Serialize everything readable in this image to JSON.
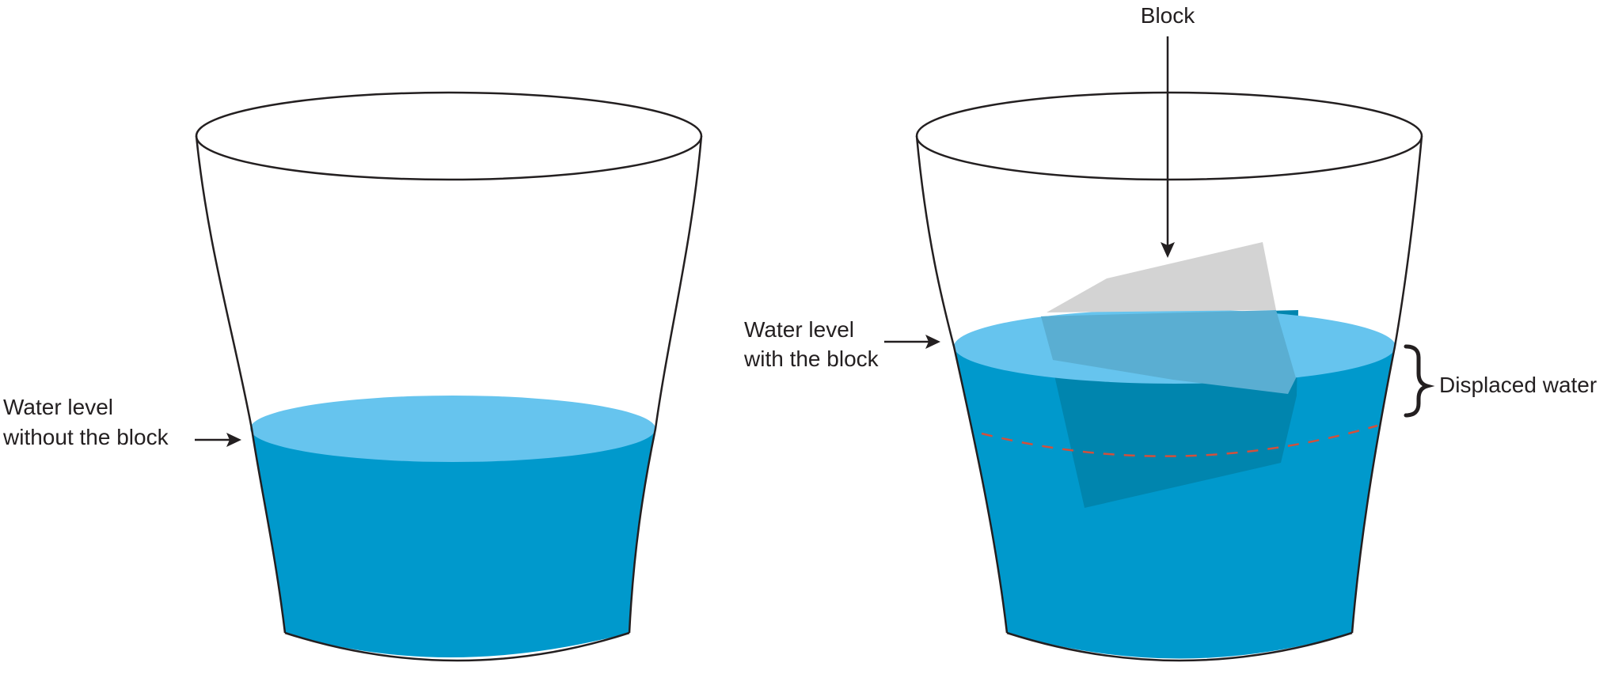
{
  "labels": {
    "block": "Block",
    "left_level_line1": "Water level",
    "left_level_line2": "without the block",
    "right_level_line1": "Water level",
    "right_level_line2": "with the block",
    "displaced": "Displaced water"
  },
  "colors": {
    "water_body": "#0099cc",
    "water_surface": "#66c4ee",
    "water_under_block": "#0085ae",
    "block": "#cccccc",
    "outline": "#231f20",
    "original_level_dash": "#d2503c"
  }
}
